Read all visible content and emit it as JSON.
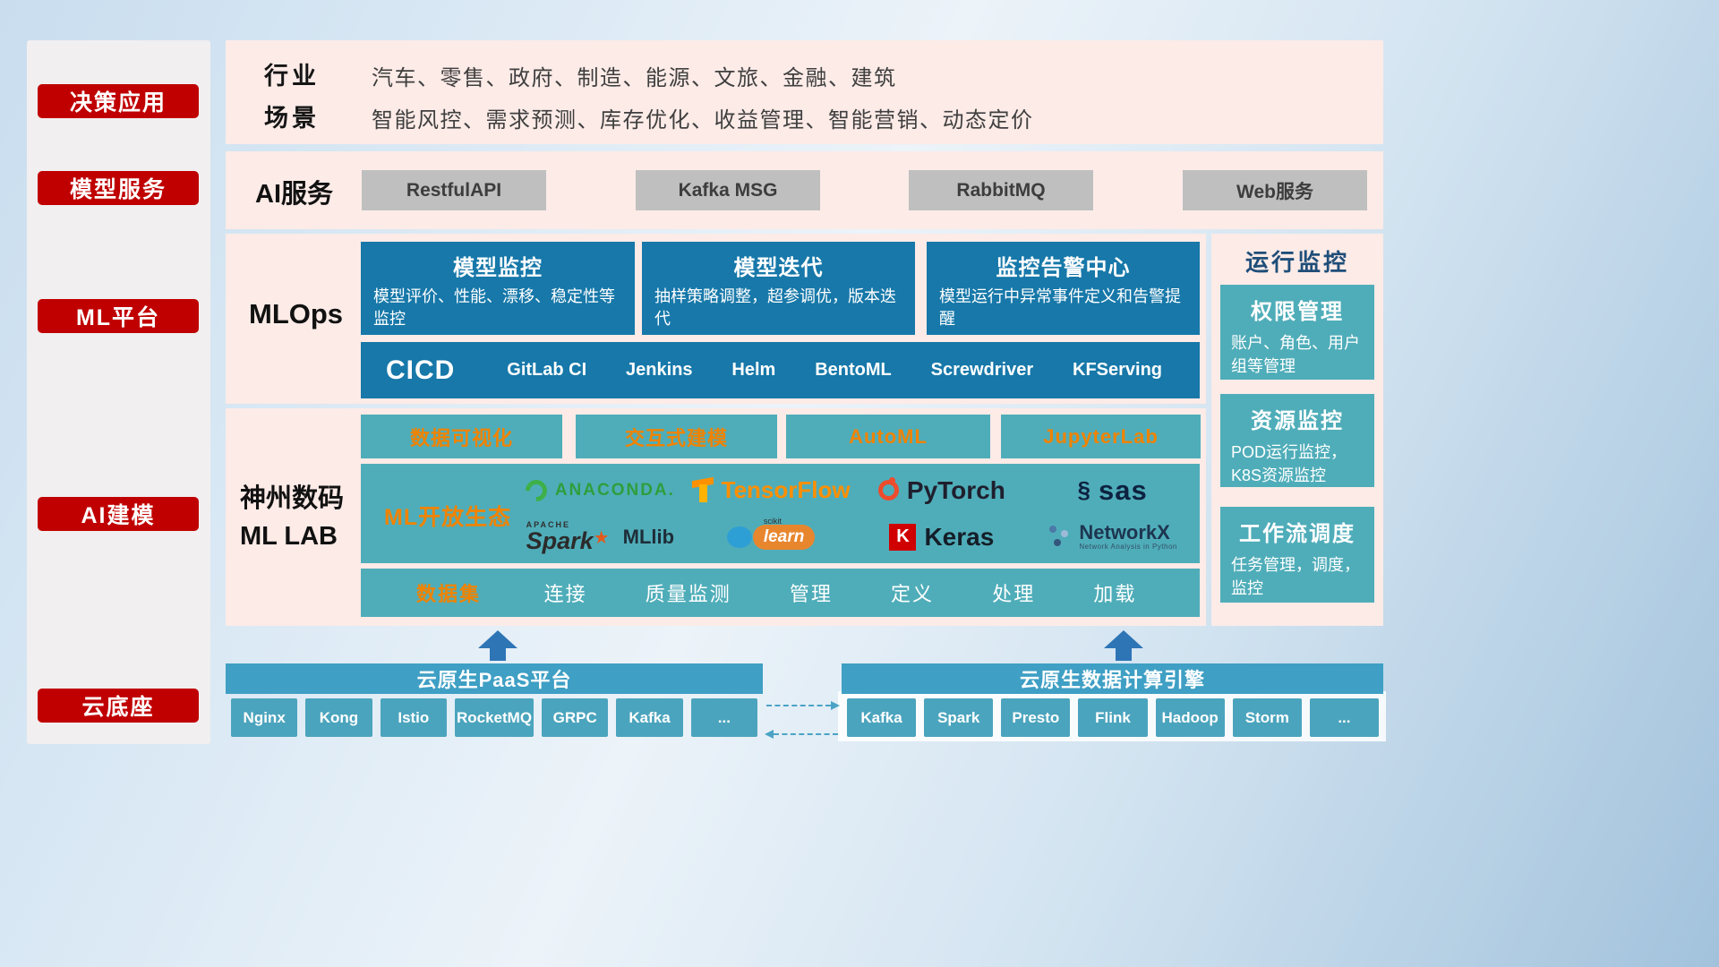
{
  "colors": {
    "red": "#c00000",
    "pink": "#fcebe7",
    "blue": "#1778a9",
    "teal": "#4fadb9",
    "teal-bar": "#3f9fc4",
    "teal-chip": "#4ba4bd",
    "orange": "#f08300",
    "gray-chip": "#bfbfbf",
    "arrow-blue": "#2e75b6"
  },
  "icons": {
    "sas_swirl": "§",
    "spark_star": "★"
  },
  "sidebar": {
    "items": [
      {
        "label": "决策应用"
      },
      {
        "label": "模型服务"
      },
      {
        "label": "ML平台"
      },
      {
        "label": "AI建模"
      },
      {
        "label": "云底座"
      }
    ]
  },
  "industry": {
    "rows": [
      {
        "label": "行业",
        "value": "汽车、零售、政府、制造、能源、文旅、金融、建筑"
      },
      {
        "label": "场景",
        "value": "智能风控、需求预测、库存优化、收益管理、智能营销、动态定价"
      }
    ]
  },
  "ai_services": {
    "label": "AI服务",
    "items": [
      "RestfulAPI",
      "Kafka MSG",
      "RabbitMQ",
      "Web服务"
    ]
  },
  "mlops": {
    "label": "MLOps",
    "cards": [
      {
        "title": "模型监控",
        "desc": "模型评价、性能、漂移、稳定性等监控"
      },
      {
        "title": "模型迭代",
        "desc": "抽样策略调整，超参调优，版本迭代"
      },
      {
        "title": "监控告警中心",
        "desc": "模型运行中异常事件定义和告警提醒"
      }
    ],
    "cicd_label": "CICD",
    "cicd_items": [
      "GitLab CI",
      "Jenkins",
      "Helm",
      "BentoML",
      "Screwdriver",
      "KFServing"
    ]
  },
  "mllab": {
    "label_line1": "神州数码",
    "label_line2": "ML LAB",
    "tools": [
      "数据可视化",
      "交互式建模",
      "AutoML",
      "JupyterLab"
    ],
    "ecosystem_label": "ML开放生态",
    "logos": {
      "anaconda": "ANACONDA.",
      "tensorflow": "TensorFlow",
      "pytorch": "PyTorch",
      "sas": "sas",
      "spark_super": "APACHE",
      "spark": "Spark",
      "spark_suffix": "MLlib",
      "sklearn_super": "scikit",
      "sklearn": "learn",
      "keras_badge": "K",
      "keras": "Keras",
      "networkx": "NetworkX",
      "networkx_subtitle": "Network Analysis in Python"
    },
    "dataset_label": "数据集",
    "dataset_items": [
      "连接",
      "质量监测",
      "管理",
      "定义",
      "处理",
      "加载"
    ]
  },
  "monitoring": {
    "title": "运行监控",
    "cards": [
      {
        "title": "权限管理",
        "desc": "账户、角色、用户组等管理"
      },
      {
        "title": "资源监控",
        "desc": "POD运行监控，K8S资源监控"
      },
      {
        "title": "工作流调度",
        "desc": "任务管理，调度，监控"
      }
    ]
  },
  "foundation": {
    "paas": {
      "title": "云原生PaaS平台",
      "items": [
        "Nginx",
        "Kong",
        "Istio",
        "RocketMQ",
        "GRPC",
        "Kafka",
        "..."
      ]
    },
    "engine": {
      "title": "云原生数据计算引擎",
      "items": [
        "Kafka",
        "Spark",
        "Presto",
        "Flink",
        "Hadoop",
        "Storm",
        "..."
      ]
    }
  }
}
